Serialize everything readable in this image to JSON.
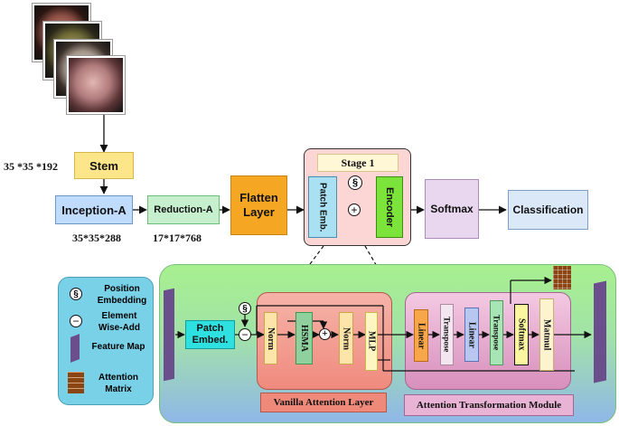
{
  "top": {
    "stem": "Stem",
    "stem_dim": "35 *35 *192",
    "inception": "Inception-A",
    "inception_dim": "35*35*288",
    "reduction": "Reduction-A",
    "reduction_dim": "17*17*768",
    "flatten": "Flatten Layer",
    "stage_title": "Stage 1",
    "patch_emb": "Patch Emb.",
    "encoder": "Encoder",
    "softmax": "Softmax",
    "classification": "Classification"
  },
  "legend": {
    "position_embedding": "Position Embedding",
    "element_wise_add": "Element Wise-Add",
    "feature_map": "Feature Map",
    "attention_matrix": "Attention Matrix"
  },
  "bottom": {
    "patch_embed": "Patch Embed.",
    "norm1": "Norm",
    "hsma": "HSMA",
    "norm2": "Norm",
    "mlp": "MLP",
    "linear1": "Linear",
    "transpose1": "Transpose",
    "linear2": "Linear",
    "transpose2": "Transpose",
    "softmax": "Softmax",
    "matmul": "Matmul",
    "vanilla_title": "Vanilla Attention Layer",
    "atm_title": "Attention Transformation Module"
  },
  "colors": {
    "stem": "#fde68a",
    "inception": "#bfdbfe",
    "reduction": "#c6efce",
    "flatten": "#f5a623",
    "stage_bg": "#fcd6d4",
    "patch_emb": "#a9e1f2",
    "encoder": "#7be33a",
    "softmax_top": "#e8d7ee",
    "classification": "#dbe8f8",
    "big_panel_top": "#a7f08e",
    "big_panel_bottom": "#8fb7e8",
    "legend_bg": "#79d1e8",
    "vanilla_bg": "#f08a7e",
    "atm_bg": "#e3a6cc",
    "feature_map": "#6b4e8c",
    "attention_matrix": "#8b4513"
  }
}
